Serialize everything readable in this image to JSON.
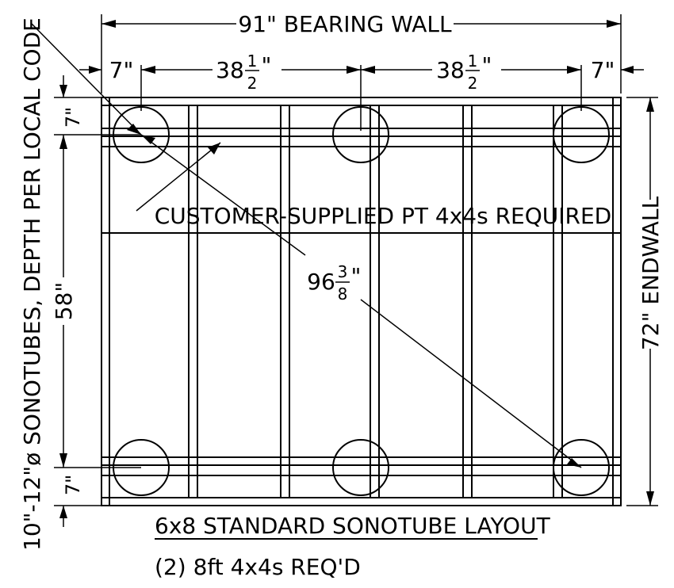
{
  "dimensions": {
    "bearing_wall": "91\" BEARING WALL",
    "edge_left_top": "7\"",
    "span_left_whole": "38",
    "span_left_num": "1",
    "span_left_den": "2",
    "span_left_inch": "\"",
    "span_right_whole": "38",
    "span_right_num": "1",
    "span_right_den": "2",
    "span_right_inch": "\"",
    "edge_right_top": "7\"",
    "endwall": "72\" ENDWALL",
    "edge_top_left": "7\"",
    "span_vertical": "58\"",
    "edge_bottom_left": "7\"",
    "diagonal_whole": "96",
    "diagonal_num": "3",
    "diagonal_den": "8",
    "diagonal_inch": "\""
  },
  "notes": {
    "sonotubes": "10\"-12\"ø SONOTUBES, DEPTH PER LOCAL CODE",
    "pt_4x4": "CUSTOMER-SUPPLIED PT 4x4s REQUIRED"
  },
  "title": {
    "main": "6x8 STANDARD SONOTUBE LAYOUT",
    "sub": "(2) 8ft 4x4s REQ'D"
  }
}
